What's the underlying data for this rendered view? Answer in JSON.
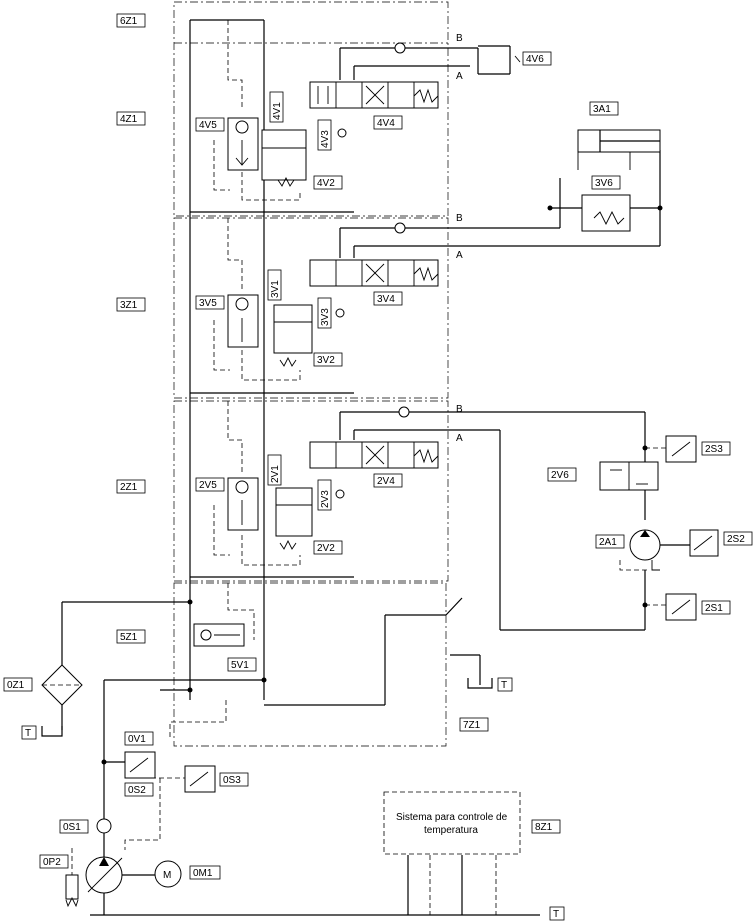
{
  "tags": {
    "z6": "6Z1",
    "z4": "4Z1",
    "z3": "3Z1",
    "z2": "2Z1",
    "z5": "5Z1",
    "z0": "0Z1",
    "z7": "7Z1",
    "z8": "8Z1",
    "v4_5": "4V5",
    "v4_1": "4V1",
    "v4_3": "4V3",
    "v4_2": "4V2",
    "v4_4": "4V4",
    "v4_6": "4V6",
    "v3_5": "3V5",
    "v3_1": "3V1",
    "v3_3": "3V3",
    "v3_2": "3V2",
    "v3_4": "3V4",
    "v3_6": "3V6",
    "v2_5": "2V5",
    "v2_1": "2V1",
    "v2_3": "2V3",
    "v2_2": "2V2",
    "v2_4": "2V4",
    "v2_6": "2V6",
    "a3": "3A1",
    "a2": "2A1",
    "s2_3": "2S3",
    "s2_2": "2S2",
    "s2_1": "2S1",
    "v5_1": "5V1",
    "v0_1": "0V1",
    "s0_2": "0S2",
    "s0_3": "0S3",
    "s0_1": "0S1",
    "p0_2": "0P2",
    "m0_1": "0M1"
  },
  "ports": {
    "b": "B",
    "a": "A"
  },
  "tank": "T",
  "motor_symbol": "M",
  "temp_system": {
    "line1": "Sistema para controle de",
    "line2": "temperatura"
  }
}
